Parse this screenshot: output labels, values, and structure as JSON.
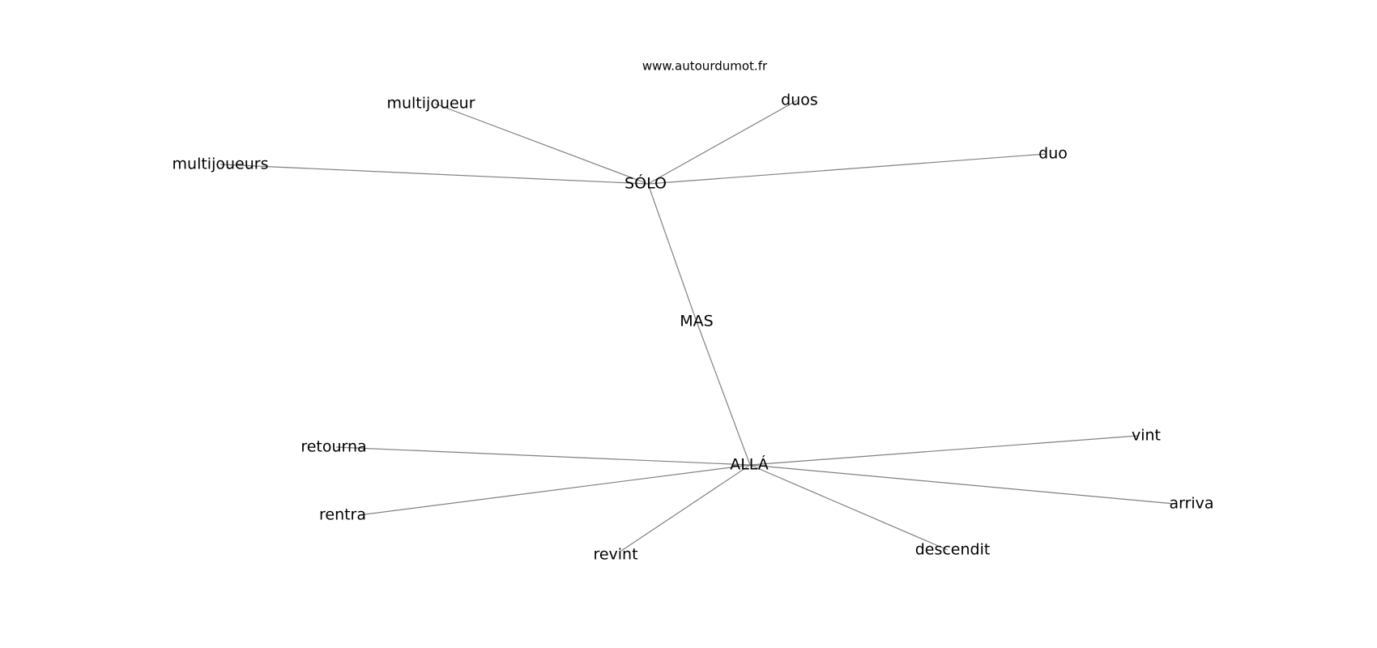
{
  "header": {
    "site": "www.autourdumot.fr"
  },
  "graph": {
    "edge_color": "#808080",
    "nodes": {
      "mas": "MAS",
      "solo": "SÓLO",
      "alla": "ALLÁ",
      "multijoueur": "multijoueur",
      "multijoueurs": "multijoueurs",
      "duos": "duos",
      "duo": "duo",
      "retourna": "retourna",
      "rentra": "rentra",
      "revint": "revint",
      "descendit": "descendit",
      "vint": "vint",
      "arriva": "arriva"
    },
    "edges": [
      [
        "mas",
        "solo"
      ],
      [
        "mas",
        "alla"
      ],
      [
        "solo",
        "multijoueur"
      ],
      [
        "solo",
        "multijoueurs"
      ],
      [
        "solo",
        "duos"
      ],
      [
        "solo",
        "duo"
      ],
      [
        "alla",
        "retourna"
      ],
      [
        "alla",
        "rentra"
      ],
      [
        "alla",
        "revint"
      ],
      [
        "alla",
        "descendit"
      ],
      [
        "alla",
        "vint"
      ],
      [
        "alla",
        "arriva"
      ]
    ]
  }
}
